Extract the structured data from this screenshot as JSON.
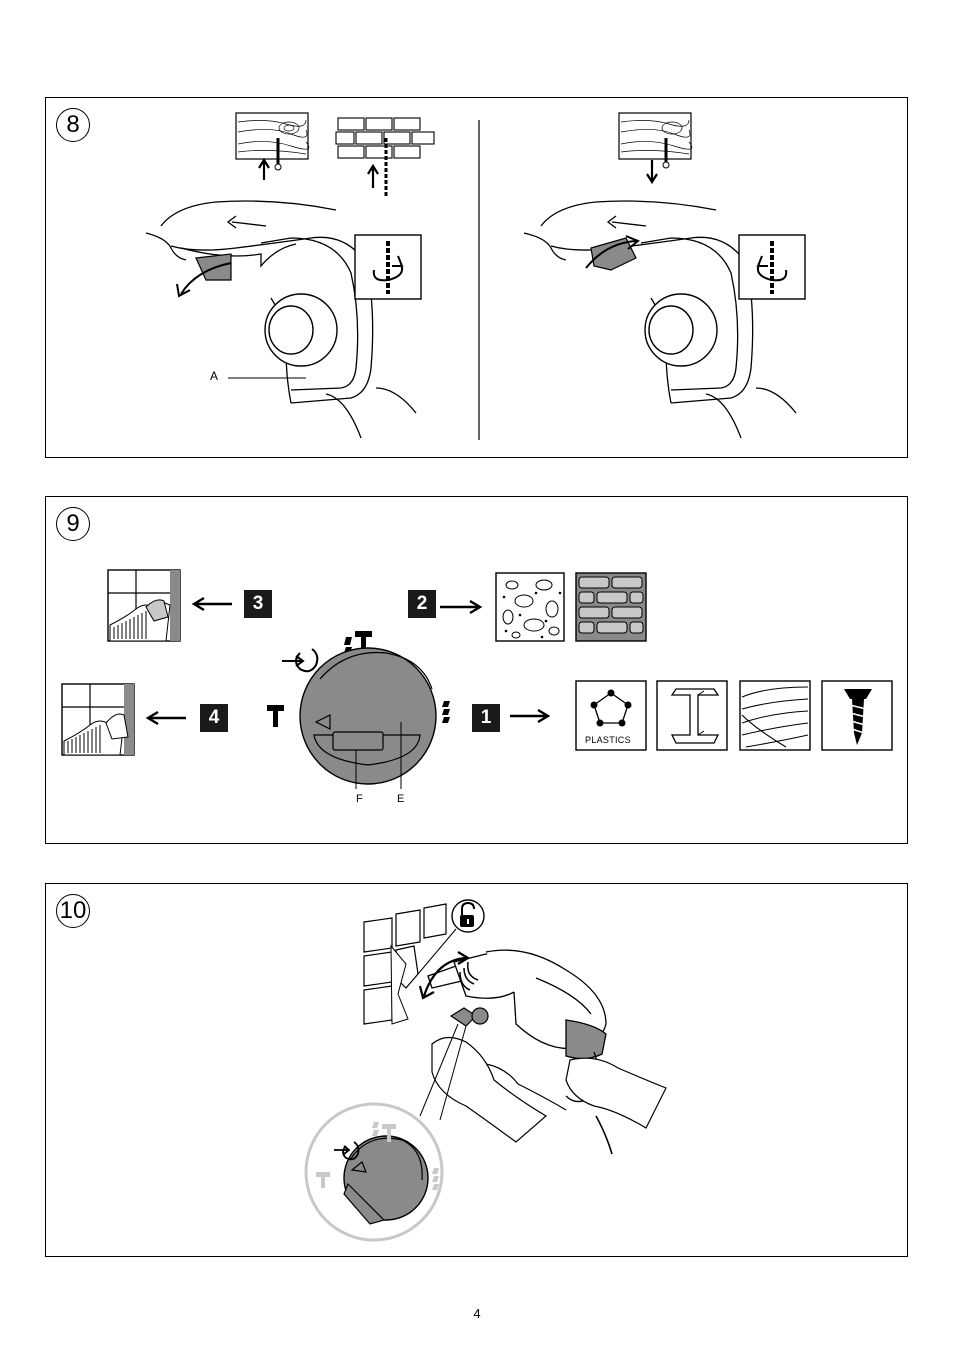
{
  "figure8": {
    "number": "8",
    "label_a": "A"
  },
  "figure9": {
    "number": "9",
    "labels": {
      "f": "F",
      "e": "E"
    },
    "badges": {
      "b1": "1",
      "b2": "2",
      "b3": "3",
      "b4": "4"
    },
    "material_plastics": "PLASTICS"
  },
  "figure10": {
    "number": "10"
  },
  "page": {
    "number": "4"
  },
  "colors": {
    "line": "#000000",
    "grey": "#8a8a8a",
    "light_grey": "#c8c8c8",
    "badge": "#1a1a1a"
  }
}
